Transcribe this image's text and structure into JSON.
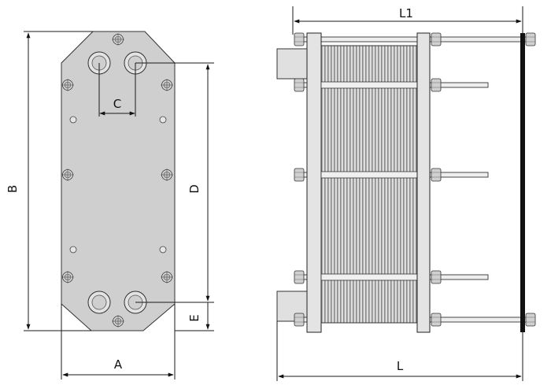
{
  "dimensions": {
    "A": "A",
    "B": "B",
    "C": "C",
    "D": "D",
    "E": "E",
    "L": "L",
    "L1": "L1"
  },
  "colors": {
    "plate_fill": "#cfcfcf",
    "frame_fill": "#e4e4e4",
    "line": "#1a1a1a",
    "pressure_plate": "#111111"
  }
}
